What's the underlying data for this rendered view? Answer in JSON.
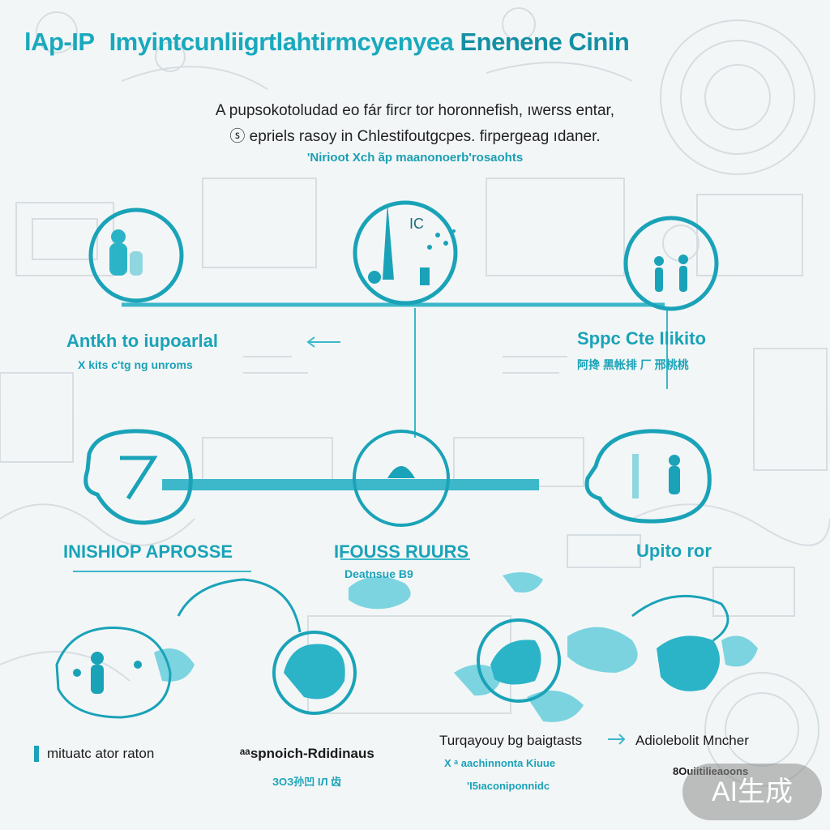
{
  "header": {
    "title_prefix": "lAp-IP",
    "title_main": "Imyintcunliigrtlahtirmcyenyea",
    "title_tail": "Enenene Cinin"
  },
  "intro": {
    "line1": "A pupsokotoludad eo fár fircr tor horonnefish, ıwerss entar,",
    "line2": "ⓢ epriels rasoy in Chlestifoutgcpes. firpergeag ıdaner.",
    "line3": "'Nirioot Xch ãp maanonoerb'rosaohts"
  },
  "nodes": {
    "left_top_title": "Antkh to iupoarlal",
    "left_top_sub": "X kits c'tg ng unroms",
    "right_top_title": "Sppc Cte  Ilikito",
    "right_top_sub": "阿搀 黑帐排   厂 邢桃桃",
    "left_mid_title": "INISHIOP APROSSE",
    "center_mid_title": "IFOUSS RUURS",
    "center_mid_sub": "Deatnsue B9",
    "right_mid_title": "Upito ror"
  },
  "bottom": {
    "item1": "mituatc ator raton",
    "item2": "ᵃᵃspnoich-Rdidinaus",
    "item2_sub": "ЗОЗ孙凹 ІЛ 齿",
    "item3": "Turqayouy bg baigtasts",
    "item3_sub1": "X ᵃ aachinnonta Kiuue",
    "item3_sub2": "'I5ıaconiponnidc",
    "item4": "Adiolebolit Mncher",
    "item4_sub": "8Ouiitilieaoons"
  },
  "watermark": "AI生成",
  "colors": {
    "accent": "#19a9bd",
    "accent_light": "#6fd0de",
    "background": "#f3f6f7",
    "linework": "#c9d3d7"
  }
}
